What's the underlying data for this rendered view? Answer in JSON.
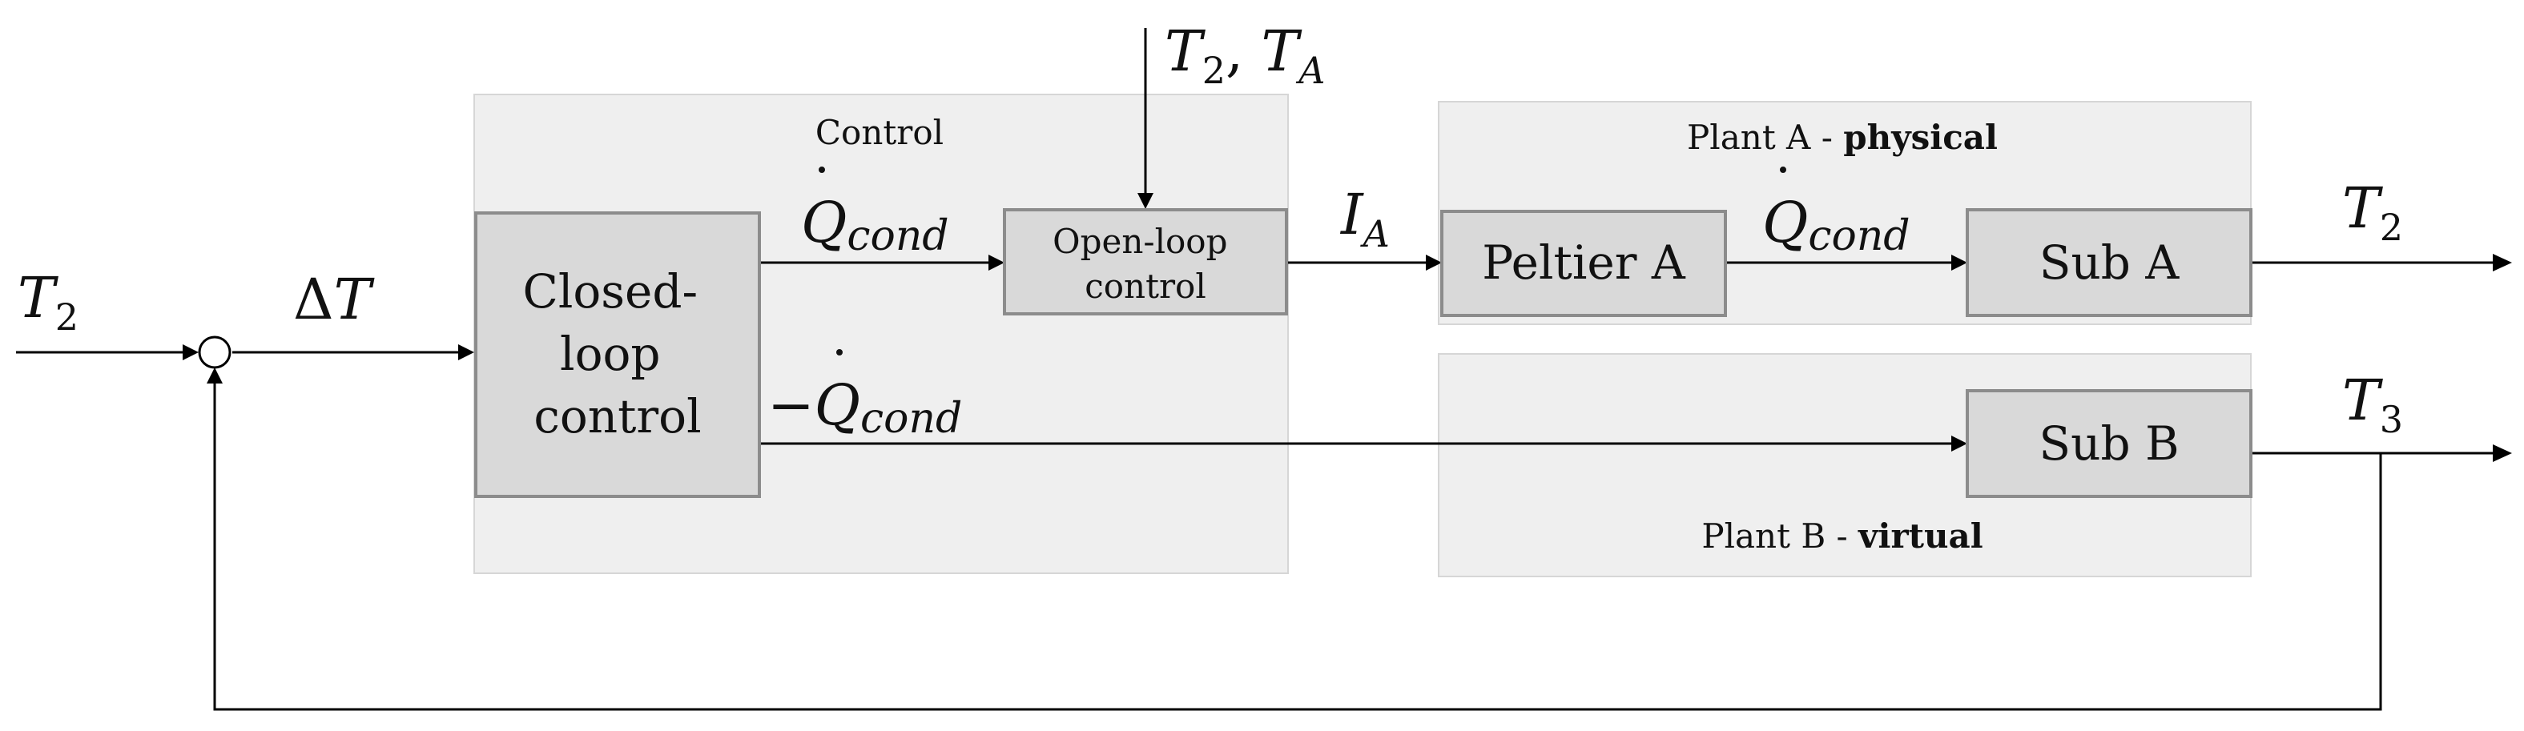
{
  "regions": {
    "control": {
      "title": "Control"
    },
    "plant_a": {
      "title": "Plant A",
      "separator": " - ",
      "qualifier": "physical"
    },
    "plant_b": {
      "title": "Plant B",
      "separator": " - ",
      "qualifier": "virtual"
    }
  },
  "blocks": {
    "closed_loop": {
      "lines": [
        "Closed-",
        "loop",
        "control"
      ]
    },
    "open_loop": {
      "lines": [
        "Open-loop",
        "control"
      ]
    },
    "peltier_a": {
      "label": "Peltier A"
    },
    "sub_a": {
      "label": "Sub A"
    },
    "sub_b": {
      "label": "Sub B"
    }
  },
  "signals": {
    "input": {
      "symbol": "T",
      "sub": "2"
    },
    "error": {
      "delta": "Δ",
      "symbol": "T"
    },
    "ol_inputs": {
      "sym1": "T",
      "sub1": "2",
      "sep": ", ",
      "sym2": "T",
      "sub2": "A"
    },
    "q_cond": {
      "minus": "",
      "symbol": "Q",
      "dot": "˙",
      "sub": "cond"
    },
    "q_cond_neg": {
      "minus": "−",
      "symbol": "Q",
      "dot": "˙",
      "sub": "cond"
    },
    "q_cond_plant": {
      "minus": "",
      "symbol": "Q",
      "dot": "˙",
      "sub": "cond"
    },
    "current": {
      "symbol": "I",
      "sub": "A"
    },
    "out_a": {
      "symbol": "T",
      "sub": "2"
    },
    "out_b": {
      "symbol": "T",
      "sub": "3"
    }
  }
}
